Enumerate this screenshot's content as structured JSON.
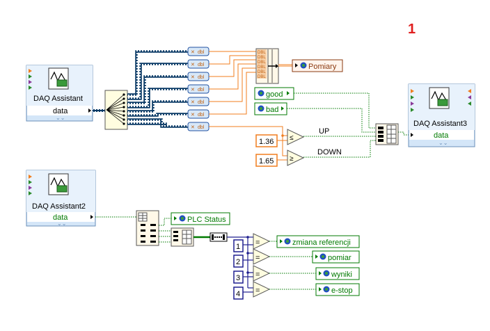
{
  "page_number": "1",
  "daq1": {
    "title": "DAQ Assistant",
    "terminal": "data"
  },
  "daq2": {
    "title": "DAQ Assistant2",
    "terminal": "data"
  },
  "daq3": {
    "title": "DAQ Assistant3",
    "terminal": "data"
  },
  "conversion_label": "dbl",
  "build_array_label": "DBL",
  "pomiary": {
    "label": "Pomiary"
  },
  "good": {
    "label": "good"
  },
  "bad": {
    "label": "bad"
  },
  "wire_up": "UP",
  "wire_down": "DOWN",
  "const_up": "1.36",
  "const_down": "1.65",
  "plc_status": {
    "label": "PLC Status"
  },
  "index_constants": [
    "1",
    "2",
    "3",
    "4"
  ],
  "outputs": [
    {
      "label": "zmiana referencji"
    },
    {
      "label": "pomiar"
    },
    {
      "label": "wyniki"
    },
    {
      "label": "e-stop"
    }
  ],
  "colors": {
    "orange": "#f07d1e",
    "navy": "#1f1f8f",
    "green": "#007a00",
    "brown": "#8a3a10",
    "blue": "#2050c0",
    "dyn": "#0a4a70"
  }
}
